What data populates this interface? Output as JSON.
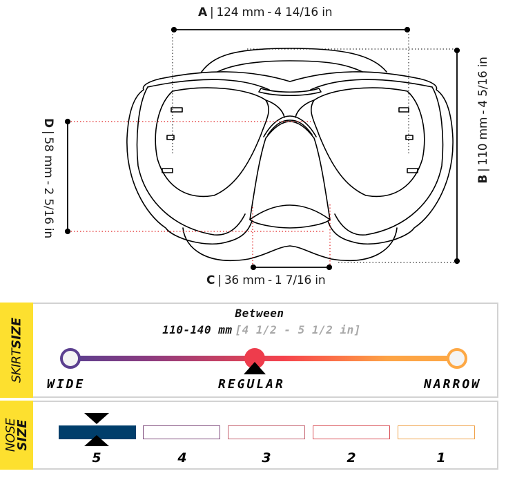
{
  "dimensions": {
    "a": {
      "letter": "A",
      "mm": "124 mm",
      "inch": "4 14/16 in"
    },
    "b": {
      "letter": "B",
      "mm": "110 mm",
      "inch": "4 5/16 in"
    },
    "c": {
      "letter": "C",
      "mm": "36 mm",
      "inch": "1 7/16 in"
    },
    "d": {
      "letter": "D",
      "mm": "58 mm",
      "inch": "2 5/16 in"
    },
    "separator": "|",
    "dash": "-"
  },
  "skirt_size": {
    "tab_light": "SKIRT",
    "tab_heavy": "SIZE",
    "heading": "Between",
    "range_mm": "110-140 mm",
    "range_in": "[4 1/2 - 5 1/2 in]",
    "labels": {
      "wide": "WIDE",
      "regular": "REGULAR",
      "narrow": "NARROW"
    },
    "selected": "REGULAR",
    "colors": {
      "wide": "#5b3f8f",
      "regular": "#ee3c4c",
      "narrow": "#fda845"
    }
  },
  "nose_size": {
    "tab_light": "NOSE",
    "tab_heavy": "SIZE",
    "selected": "5",
    "sizes": [
      {
        "num": "5",
        "color": "#003e6b",
        "filled": true
      },
      {
        "num": "4",
        "color": "#7e4a7c",
        "filled": false
      },
      {
        "num": "3",
        "color": "#c4606e",
        "filled": false
      },
      {
        "num": "2",
        "color": "#d94e55",
        "filled": false
      },
      {
        "num": "1",
        "color": "#f0a24a",
        "filled": false
      }
    ]
  },
  "theme": {
    "tab_yellow": "#fde02f",
    "panel_border": "#d2d2d2",
    "guide_red": "#e02020"
  }
}
